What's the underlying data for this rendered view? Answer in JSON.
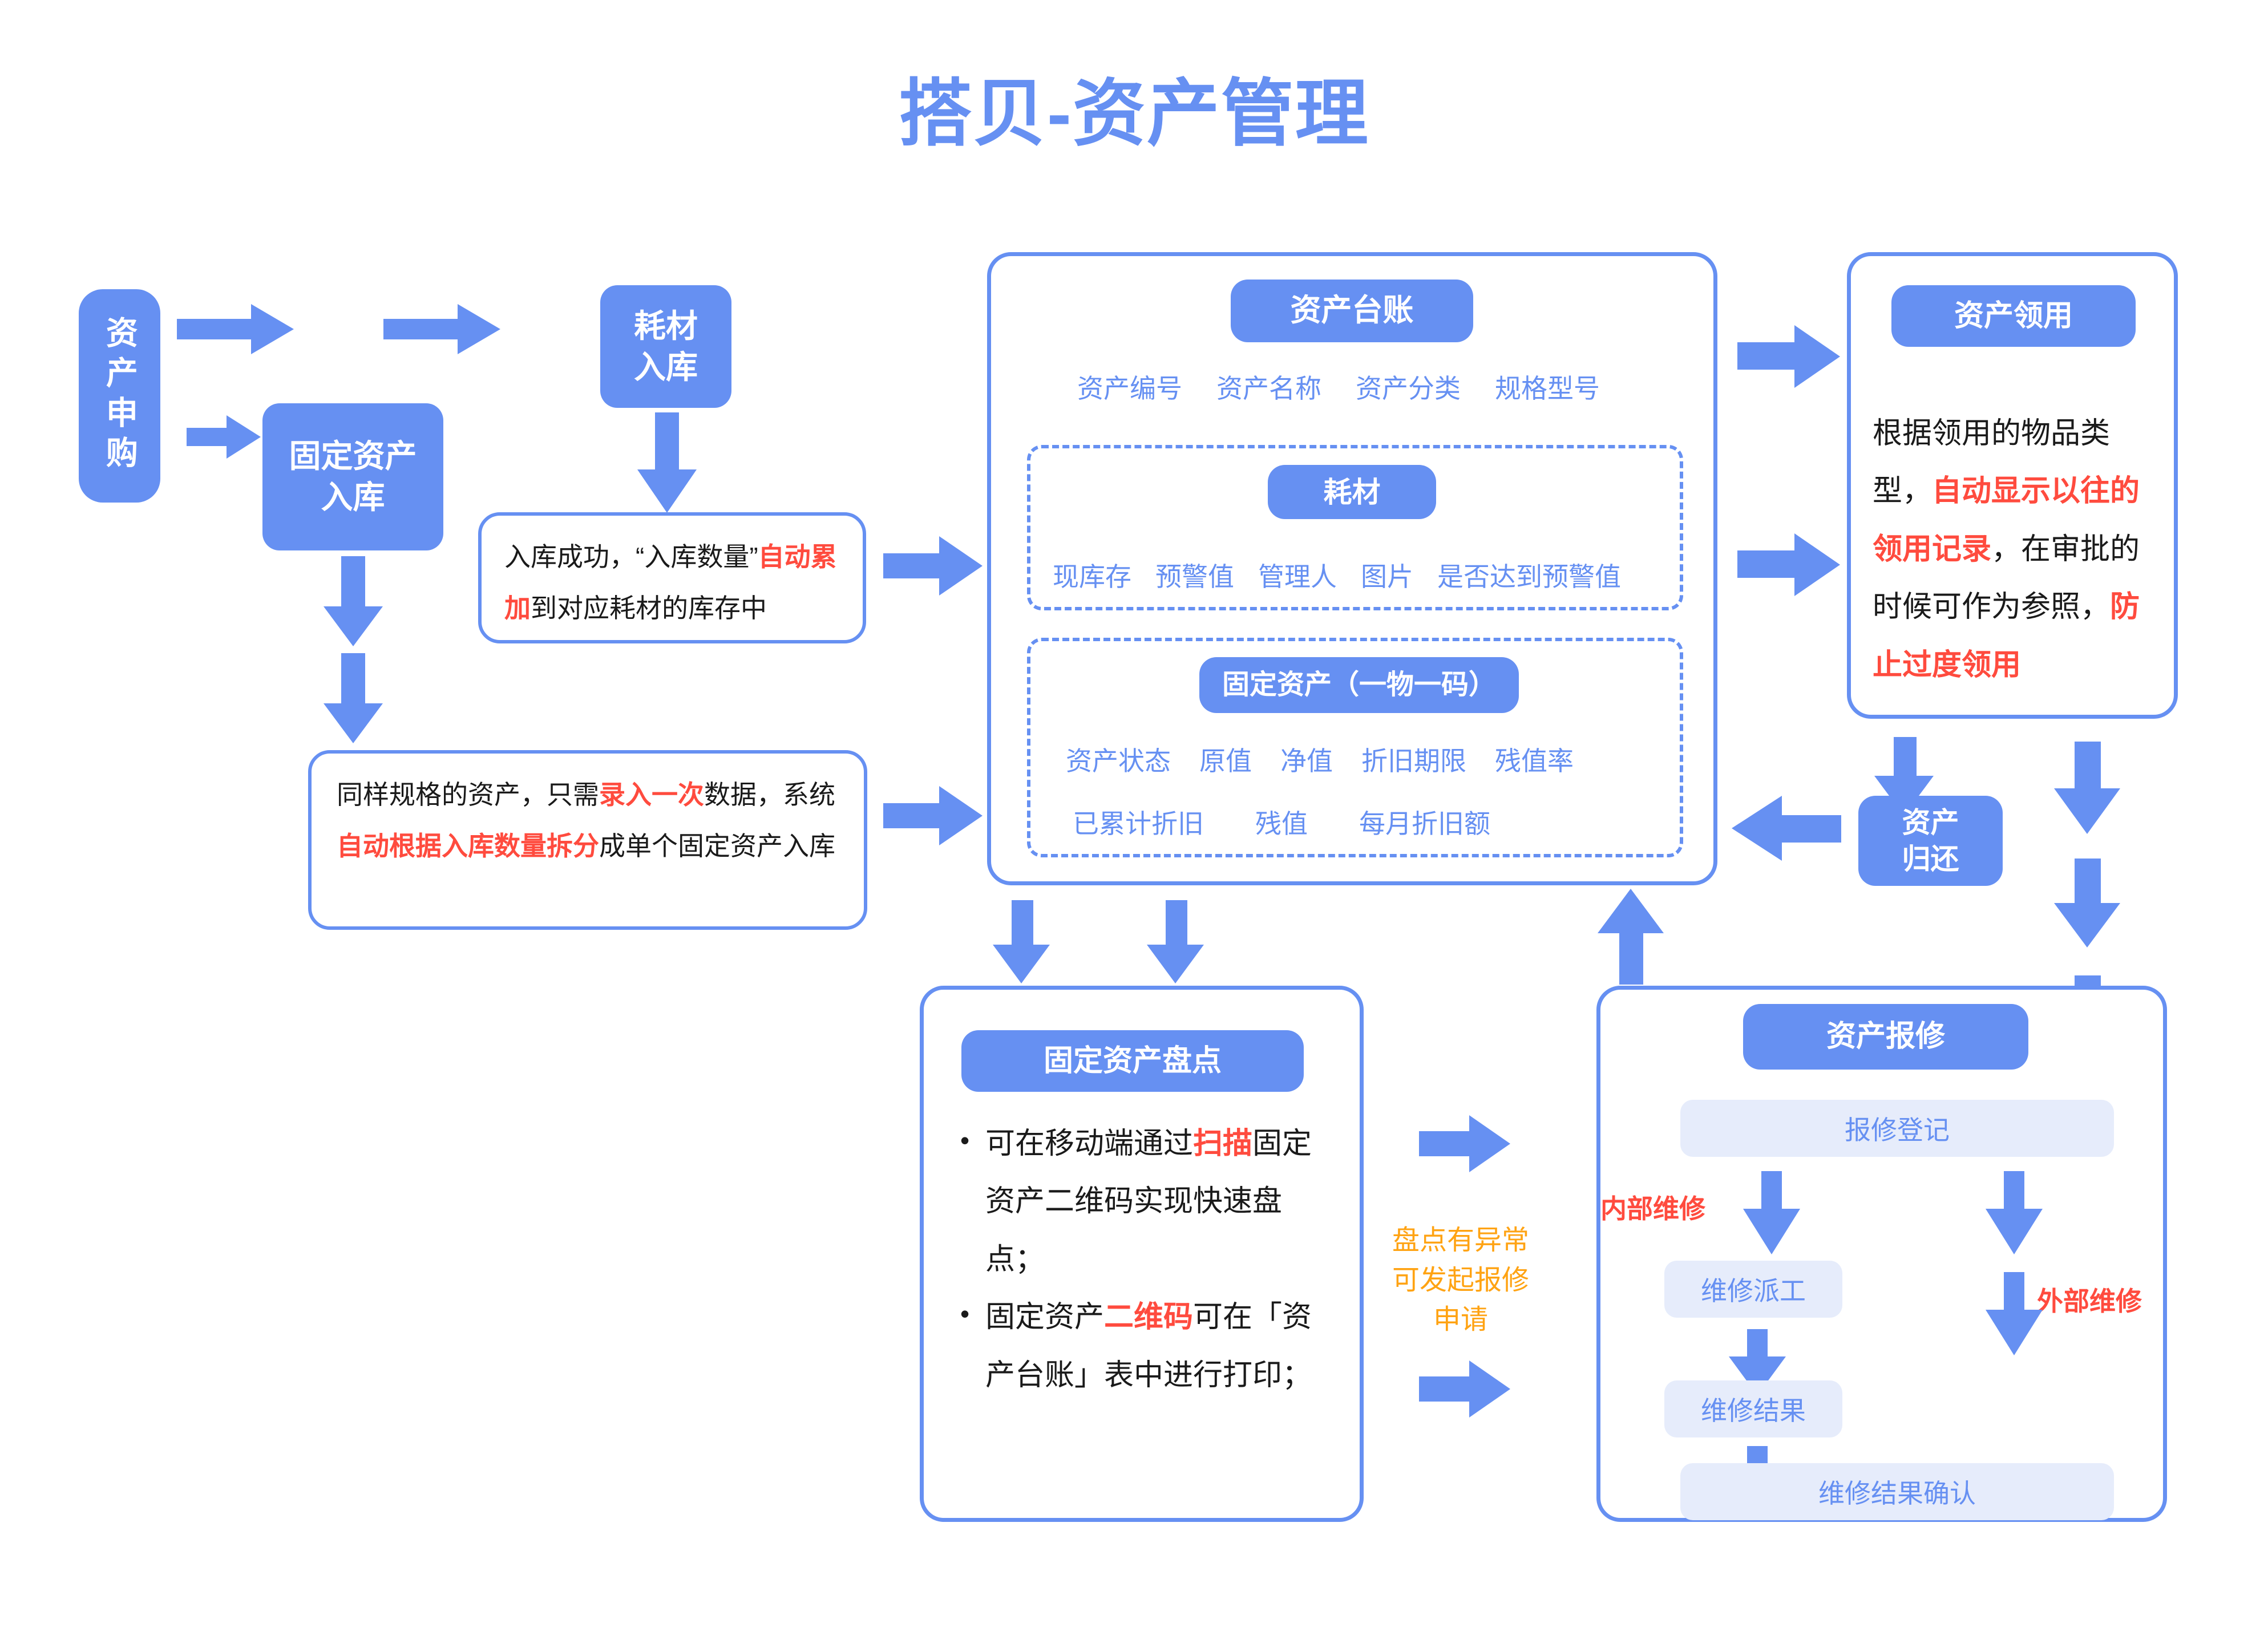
{
  "title": "搭贝-资产管理",
  "colors": {
    "brand_blue": "#6690F2",
    "light_blue_fill": "#E6ECFB",
    "highlight_red": "#FF4B3E",
    "note_orange": "#FFA313",
    "body_text": "#1a1a1a",
    "background": "#FFFFFF"
  },
  "flow": {
    "apply_node": "资产\n申\n购",
    "apply_node_plain": "资产申购",
    "consumable_in": "耗材\n入库",
    "fixed_asset_in": "固定资产\n入库",
    "note_consumable": {
      "part1": "入库成功，“入库数量”",
      "highlight1": "自动累加",
      "part2": "到对应耗材的库存中"
    },
    "note_fixed": {
      "part1": "同样规格的资产，只需",
      "highlight1": "录入一次",
      "part2": "数据，系统",
      "highlight2": "自动根据入库数量拆分",
      "part3": "成单个固定资产入库"
    }
  },
  "ledger": {
    "title": "资产台账",
    "top_fields": [
      "资产编号",
      "资产名称",
      "资产分类",
      "规格型号"
    ],
    "consumable": {
      "title": "耗材",
      "fields": [
        "现库存",
        "预警值",
        "管理人",
        "图片",
        "是否达到预警值"
      ]
    },
    "fixed": {
      "title": "固定资产（一物一码）",
      "fields_row1": [
        "资产状态",
        "原值",
        "净值",
        "折旧期限",
        "残值率"
      ],
      "fields_row2": [
        "已累计折旧",
        "残值",
        "每月折旧额"
      ]
    }
  },
  "claim": {
    "title": "资产领用",
    "body": {
      "part1": "根据领用的物品类型，",
      "highlight1": "自动显示以往的领用记录",
      "part2": "，在审批的时候可作为参照，",
      "highlight2": "防止过度领用"
    }
  },
  "return_node": "资产\n归还",
  "inventory": {
    "title": "固定资产盘点",
    "bullets": [
      {
        "part1": "可在移动端通过",
        "highlight1": "扫描",
        "part2": "固定资产二维码实现快速盘点；"
      },
      {
        "part1": "固定资产",
        "highlight1": "二维码",
        "part2": "可在「资产台账」表中进行打印；"
      }
    ]
  },
  "bridge_note": "盘点有异常\n可发起报修\n申请",
  "repair": {
    "title": "资产报修",
    "register": "报修登记",
    "internal_label": "内部维修",
    "external_label": "外部维修",
    "dispatch": "维修派工",
    "result": "维修结果",
    "confirm": "维修结果确认"
  }
}
